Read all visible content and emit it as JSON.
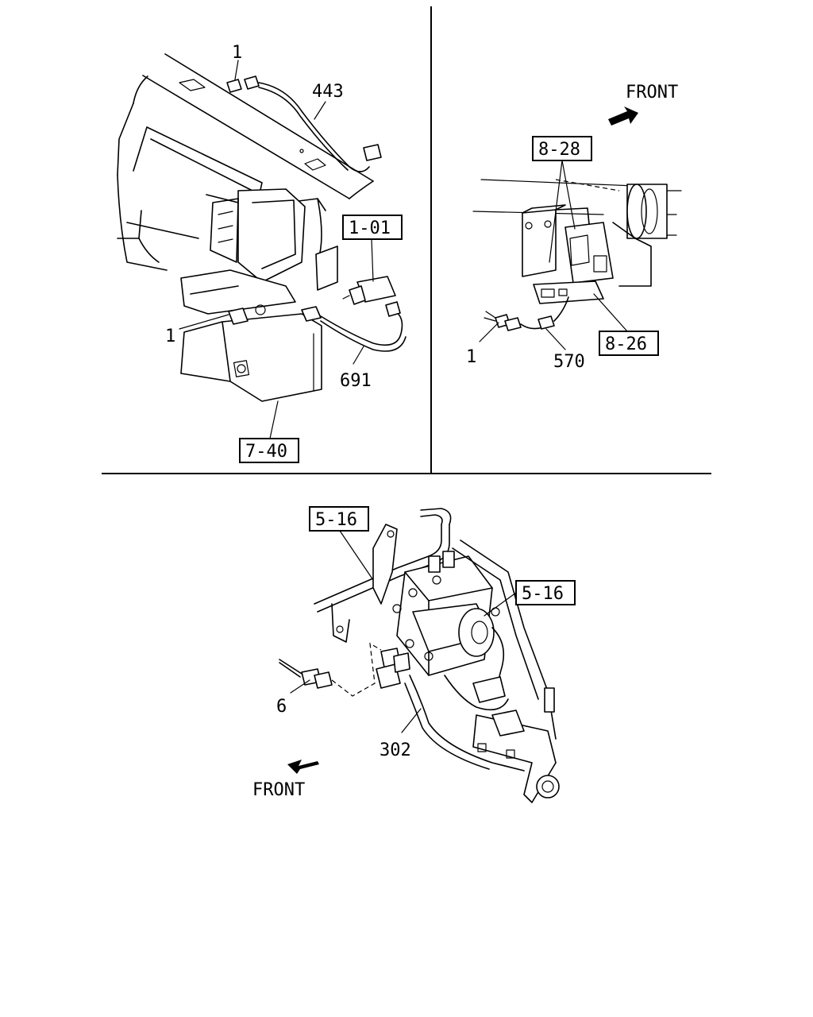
{
  "panels": {
    "top_left": {
      "labels": {
        "part_1_top": "1",
        "part_443": "443",
        "ref_1_01": "1-01",
        "part_1_left": "1",
        "part_691": "691",
        "ref_7_40": "7-40"
      }
    },
    "top_right": {
      "labels": {
        "front": "FRONT",
        "ref_8_28": "8-28",
        "part_1": "1",
        "part_570": "570",
        "ref_8_26": "8-26"
      }
    },
    "bottom": {
      "labels": {
        "ref_5_16_top": "5-16",
        "ref_5_16_right": "5-16",
        "part_6": "6",
        "part_302": "302",
        "front": "FRONT"
      }
    }
  }
}
